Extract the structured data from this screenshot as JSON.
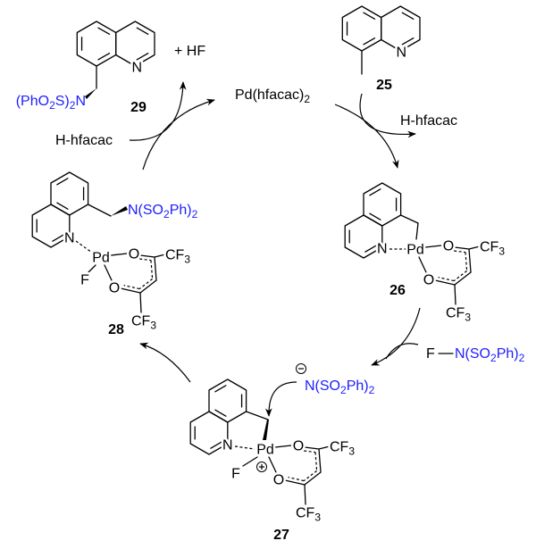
{
  "colors": {
    "ink": "#000000",
    "highlight": "#2020ff"
  },
  "catalyst": {
    "formula": [
      "Pd(hfacac)",
      "2"
    ]
  },
  "byproducts": {
    "h_hfacac_left": "H-hfacac",
    "h_hfacac_right": "H-hfacac",
    "hf": "+ HF"
  },
  "reagent": {
    "f": "F",
    "n_group": [
      "N(SO",
      "2",
      "Ph)",
      "2"
    ]
  },
  "atoms": {
    "n": "N",
    "pd": "Pd",
    "o": "O",
    "f": "F",
    "cf3": [
      "CF",
      "3"
    ]
  },
  "compounds": {
    "c25": {
      "number": "25"
    },
    "c26": {
      "number": "26"
    },
    "c27": {
      "number": "27",
      "anion": [
        "N(SO",
        "2",
        "Ph)",
        "2"
      ]
    },
    "c28": {
      "number": "28",
      "substituent": [
        "N(SO",
        "2",
        "Ph)",
        "2"
      ]
    },
    "c29": {
      "number": "29",
      "substituent": [
        "(PhO",
        "2",
        "S)",
        "2",
        "N"
      ]
    }
  }
}
